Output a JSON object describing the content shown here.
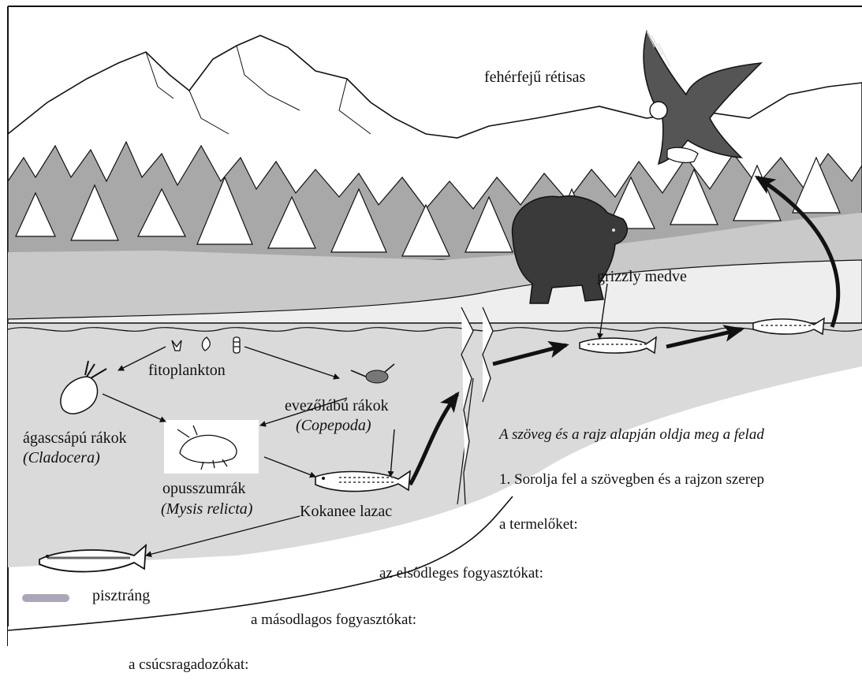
{
  "labels": {
    "eagle": "fehérfejű rétisas",
    "bear": "grizzly medve",
    "phytoplankton": "fitoplankton",
    "copepod_hu": "evezőlábú rákok",
    "copepod_latin": "(Copepoda)",
    "cladocera_hu": "ágascsápú rákok",
    "cladocera_latin": "(Cladocera)",
    "mysis_hu": "opusszumrák",
    "mysis_latin": "(Mysis relicta)",
    "kokanee": "Kokanee lazac",
    "trout": "pisztráng"
  },
  "task": {
    "intro": "A szöveg és a rajz alapján oldja meg a felad",
    "q1": "1. Sorolja fel a szövegben és a rajzon szerep",
    "producers": "a termelőket:",
    "primary": "az elsődleges fogyasztókat:",
    "secondary": "a másodlagos fogyasztókat:",
    "apex": "a csúcsragadozókat:"
  },
  "colors": {
    "ink": "#111111",
    "forest": "#9a9a9a",
    "shore": "#c9c9c9",
    "water": "#dcdcdc",
    "bear": "#3a3a3a",
    "paper": "#ffffff"
  }
}
